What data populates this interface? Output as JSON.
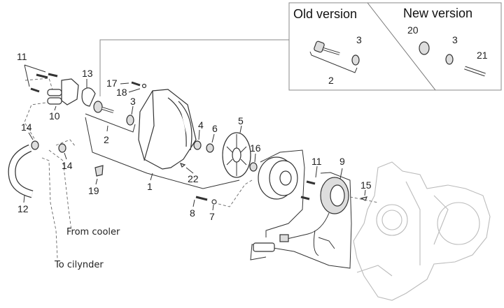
{
  "inset": {
    "old_version_label": "Old version",
    "new_version_label": "New version",
    "old_parts": [
      "2",
      "3"
    ],
    "new_parts": [
      "20",
      "3",
      "21"
    ]
  },
  "callouts": {
    "p1": "1",
    "p2": "2",
    "p3": "3",
    "p4": "4",
    "p5": "5",
    "p6": "6",
    "p7": "7",
    "p8": "8",
    "p9": "9",
    "p10": "10",
    "p11a": "11",
    "p11b": "11",
    "p12": "12",
    "p13": "13",
    "p14a": "14",
    "p14b": "14",
    "p15": "15",
    "p16": "16",
    "p17": "17",
    "p18": "18",
    "p19": "19",
    "p22": "22"
  },
  "notes": {
    "from_cooler": "From cooler",
    "to_cylinder": "To cilynder"
  }
}
